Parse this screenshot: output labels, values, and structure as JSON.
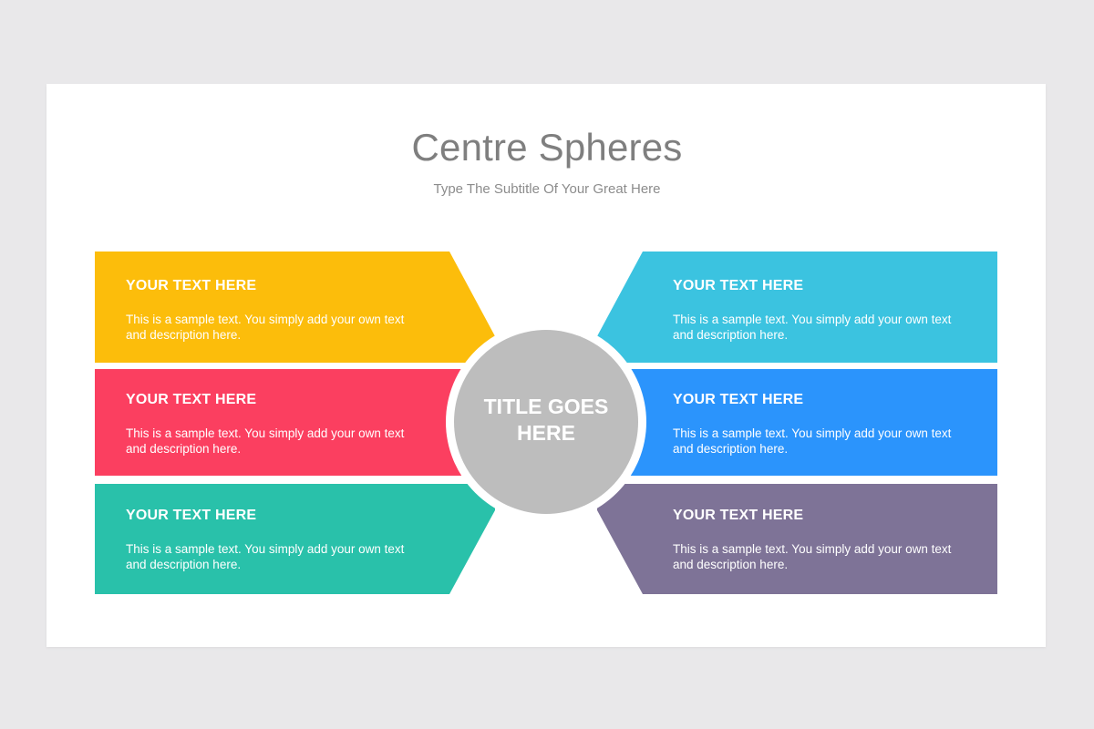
{
  "title": "Centre Spheres",
  "subtitle": "Type The Subtitle Of Your Great Here",
  "center": {
    "label": "TITLE GOES HERE",
    "color": "#bdbdbd",
    "ring_color": "#ffffff"
  },
  "panels": [
    {
      "heading": "YOUR TEXT HERE",
      "description": "This is a sample text. You simply add your own text and description here.",
      "color": "#fcbd0b",
      "side": "left",
      "row": "top"
    },
    {
      "heading": "YOUR TEXT HERE",
      "description": "This is a sample text. You simply add your own text and description here.",
      "color": "#fb3f60",
      "side": "left",
      "row": "middle"
    },
    {
      "heading": "YOUR TEXT HERE",
      "description": "This is a sample text. You simply add your own text and description here.",
      "color": "#29c1aa",
      "side": "left",
      "row": "bottom"
    },
    {
      "heading": "YOUR TEXT HERE",
      "description": "This is a sample text. You simply add your own text and description here.",
      "color": "#3bc3e0",
      "side": "right",
      "row": "top"
    },
    {
      "heading": "YOUR TEXT HERE",
      "description": "This is a sample text. You simply add your own text and description here.",
      "color": "#2b94fc",
      "side": "right",
      "row": "middle"
    },
    {
      "heading": "YOUR TEXT HERE",
      "description": "This is a sample text. You simply add your own text and description here.",
      "color": "#7e7397",
      "side": "right",
      "row": "bottom"
    }
  ]
}
